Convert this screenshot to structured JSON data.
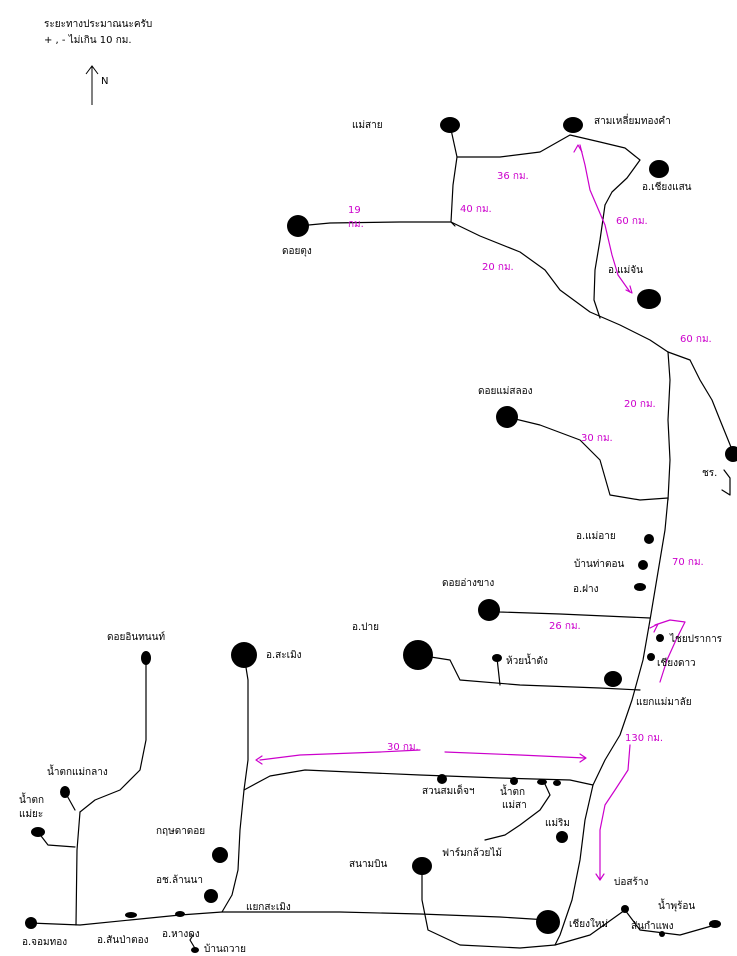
{
  "header": {
    "note_line1": "ระยะทางประมาณนะครับ",
    "note_line2": "+ , - ไม่เกิน 10 กม."
  },
  "compass": {
    "label": "N"
  },
  "places": {
    "mae_sai": "แม่สาย",
    "sam_liam": "สามเหลี่ยมทองคำ",
    "chiang_saen": "อ.เชียงแสน",
    "doi_tung": "ดอยตุง",
    "mae_chan": "อ.แม่จัน",
    "doi_mae_salong": "ดอยแม่สลอง",
    "chiang_rai": "ชร.",
    "mae_ai": "อ.แม่อาย",
    "ban_tha_ton": "บ้านท่าตอน",
    "fang": "อ.ฝาง",
    "doi_ang_khang": "ดอยอ่างขาง",
    "chai_prakan": "ไชยปราการ",
    "chiang_dao": "เชียงดาว",
    "pai": "อ.ปาย",
    "huai_nam_dang": "ห้วยน้ำดัง",
    "mae_malai": "แยกแม่มาลัย",
    "samoeng": "อ.สะเมิง",
    "doi_inthanon": "ดอยอินทนนท์",
    "mae_klang_falls": "น้ำตกแม่กลาง",
    "mae_ya_falls_1": "น้ำตก",
    "mae_ya_falls_2": "แม่ยะ",
    "suan_somdet": "สวนสมเด็จฯ",
    "mae_sa_falls_1": "น้ำตก",
    "mae_sa_falls_2": "แม่สา",
    "mae_rim": "แม่ริม",
    "orchid_farm": "ฟาร์มกล้วยไม้",
    "kutdadoi": "กฤษดาดอย",
    "lanna": "อช.ล้านนา",
    "airport": "สนามบิน",
    "samoeng_junction": "แยกสะเมิง",
    "chiang_mai": "เชียงใหม่",
    "bo_sang": "บ่อสร้าง",
    "hot_springs": "น้ำพุร้อน",
    "san_kamphaeng": "สันกำแพง",
    "chom_thong": "อ.จอมทอง",
    "san_pa_tong": "อ.สันป่าตอง",
    "hang_dong": "อ.หางดง",
    "ban_tawai": "บ้านถวาย"
  },
  "distances": {
    "d36": "36 กม.",
    "d40": "40 กม.",
    "d19a": "19",
    "d19b": "กม.",
    "d60a": "60 กม.",
    "d20a": "20 กม.",
    "d60b": "60 กม.",
    "d20b": "20 กม.",
    "d30a": "30 กม.",
    "d70": "70 กม.",
    "d26": "26 กม.",
    "d30b": "30 กม.",
    "d130": "130 กม."
  },
  "colors": {
    "route": "#cc00cc",
    "road": "#000000",
    "background": "#ffffff"
  }
}
